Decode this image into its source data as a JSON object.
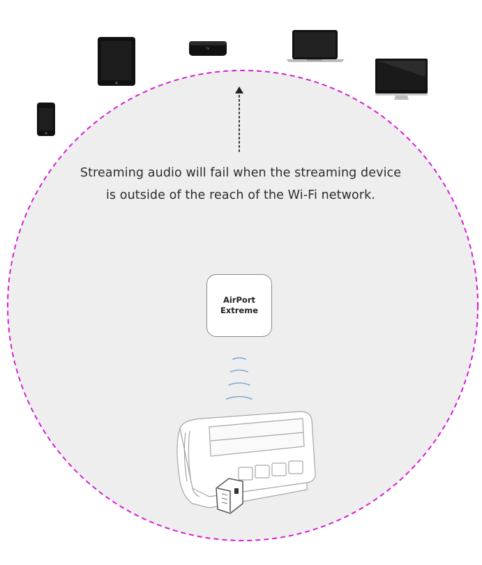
{
  "caption": {
    "line1": "Streaming audio will fail when the streaming device",
    "line2": "is outside of the reach of the Wi-Fi network."
  },
  "router": {
    "line1": "AirPort",
    "line2": "Extreme"
  },
  "devices": [
    {
      "name": "iphone-icon"
    },
    {
      "name": "ipad-icon"
    },
    {
      "name": "apple-tv-icon"
    },
    {
      "name": "macbook-icon"
    },
    {
      "name": "imac-icon"
    }
  ],
  "colors": {
    "range_border": "#d61ed6",
    "range_fill": "#eeeeee",
    "signal": "#7ea7cf",
    "device": "#111111",
    "arrow": "#333333"
  }
}
